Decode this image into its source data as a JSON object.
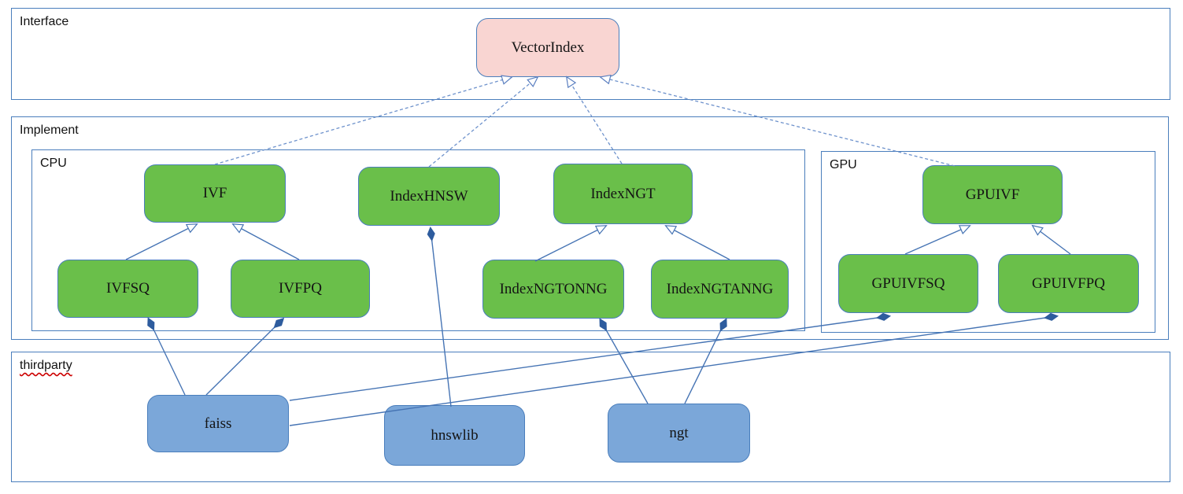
{
  "containers": {
    "interface": {
      "label": "Interface"
    },
    "implement": {
      "label": "Implement"
    },
    "cpu": {
      "label": "CPU"
    },
    "gpu": {
      "label": "GPU"
    },
    "thirdparty": {
      "label": "thirdparty"
    }
  },
  "nodes": {
    "vectorindex": {
      "label": "VectorIndex",
      "kind": "interface"
    },
    "ivf": {
      "label": "IVF",
      "kind": "class"
    },
    "indexhnsw": {
      "label": "IndexHNSW",
      "kind": "class"
    },
    "indexngt": {
      "label": "IndexNGT",
      "kind": "class"
    },
    "gpuivf": {
      "label": "GPUIVF",
      "kind": "class"
    },
    "ivfsq": {
      "label": "IVFSQ",
      "kind": "class"
    },
    "ivfpq": {
      "label": "IVFPQ",
      "kind": "class"
    },
    "indexngtonng": {
      "label": "IndexNGTONNG",
      "kind": "class"
    },
    "indexngtanng": {
      "label": "IndexNGTANNG",
      "kind": "class"
    },
    "gpuivfsq": {
      "label": "GPUIVFSQ",
      "kind": "class"
    },
    "gpuivfpq": {
      "label": "GPUIVFPQ",
      "kind": "class"
    },
    "faiss": {
      "label": "faiss",
      "kind": "thirdparty"
    },
    "hnswlib": {
      "label": "hnswlib",
      "kind": "thirdparty"
    },
    "ngt": {
      "label": "ngt",
      "kind": "thirdparty"
    }
  },
  "edges": [
    {
      "from": "ivf",
      "to": "vectorindex",
      "type": "realization-dashed-hollow-arrow"
    },
    {
      "from": "indexhnsw",
      "to": "vectorindex",
      "type": "realization-dashed-hollow-arrow"
    },
    {
      "from": "indexngt",
      "to": "vectorindex",
      "type": "realization-dashed-hollow-arrow"
    },
    {
      "from": "gpuivf",
      "to": "vectorindex",
      "type": "realization-dashed-hollow-arrow"
    },
    {
      "from": "ivfsq",
      "to": "ivf",
      "type": "generalization-hollow-arrow"
    },
    {
      "from": "ivfpq",
      "to": "ivf",
      "type": "generalization-hollow-arrow"
    },
    {
      "from": "indexngtonng",
      "to": "indexngt",
      "type": "generalization-hollow-arrow"
    },
    {
      "from": "indexngtanng",
      "to": "indexngt",
      "type": "generalization-hollow-arrow"
    },
    {
      "from": "gpuivfsq",
      "to": "gpuivf",
      "type": "generalization-hollow-arrow"
    },
    {
      "from": "gpuivfpq",
      "to": "gpuivf",
      "type": "generalization-hollow-arrow"
    },
    {
      "from": "faiss",
      "to": "ivfsq",
      "type": "composition-filled-diamond"
    },
    {
      "from": "faiss",
      "to": "ivfpq",
      "type": "composition-filled-diamond"
    },
    {
      "from": "faiss",
      "to": "gpuivfsq",
      "type": "composition-filled-diamond"
    },
    {
      "from": "faiss",
      "to": "gpuivfpq",
      "type": "composition-filled-diamond"
    },
    {
      "from": "hnswlib",
      "to": "indexhnsw",
      "type": "composition-filled-diamond"
    },
    {
      "from": "ngt",
      "to": "indexngtonng",
      "type": "composition-filled-diamond"
    },
    {
      "from": "ngt",
      "to": "indexngtanng",
      "type": "composition-filled-diamond"
    }
  ],
  "colors": {
    "border": "#4a7ebc",
    "line": "#4674b4",
    "dash": "#6e92cc",
    "diamond": "#2e5c9e",
    "green": "#6abf4a",
    "pink": "#f9d5d2",
    "blue": "#7ba7d9"
  }
}
